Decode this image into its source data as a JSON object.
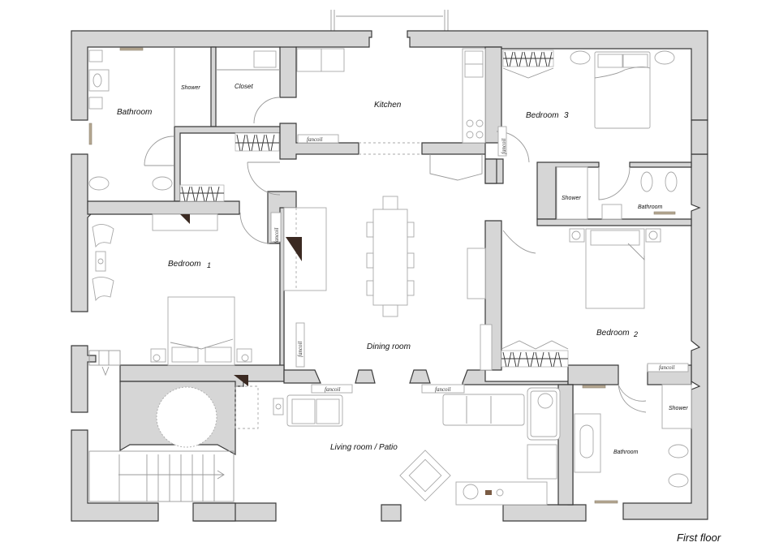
{
  "plan": {
    "title": "First floor",
    "colors": {
      "wall_fill": "#d6d6d6",
      "wall_stroke": "#3a3a3a",
      "fixture": "#a8a8a8",
      "radiator": "#b5a892",
      "flue": "#3b2a22"
    },
    "rooms": [
      {
        "id": "bathroom-nw",
        "label": "Bathroom"
      },
      {
        "id": "shower-nw",
        "label": "Shower"
      },
      {
        "id": "closet",
        "label": "Closet"
      },
      {
        "id": "kitchen",
        "label": "Kitchen"
      },
      {
        "id": "bedroom-3",
        "label": "Bedroom",
        "number": "3"
      },
      {
        "id": "shower-ne",
        "label": "Shower"
      },
      {
        "id": "bathroom-ne",
        "label": "Bathroom"
      },
      {
        "id": "bedroom-1",
        "label": "Bedroom",
        "number": "1"
      },
      {
        "id": "dining-room",
        "label": "Dining room"
      },
      {
        "id": "bedroom-2",
        "label": "Bedroom",
        "number": "2"
      },
      {
        "id": "living-room",
        "label": "Living room / Patio"
      },
      {
        "id": "bathroom-se",
        "label": "Bathroom"
      },
      {
        "id": "shower-se",
        "label": "Shower"
      }
    ],
    "fancoil_label": "fancoil"
  }
}
